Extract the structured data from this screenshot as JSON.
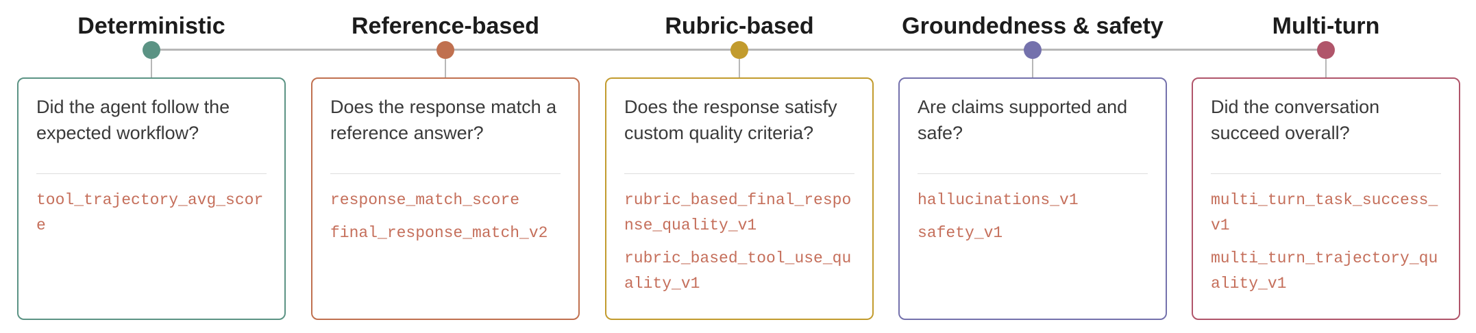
{
  "columns": [
    {
      "heading": "Deterministic",
      "question": "Did the agent follow the expected workflow?",
      "color": "#5b9384",
      "metrics": [
        "tool_trajectory_avg_score"
      ]
    },
    {
      "heading": "Reference-based",
      "question": "Does the response match a reference answer?",
      "color": "#c0704f",
      "metrics": [
        "response_match_score",
        "final_response_match_v2"
      ]
    },
    {
      "heading": "Rubric-based",
      "question": "Does the response satisfy custom quality criteria?",
      "color": "#c29b2d",
      "metrics": [
        "rubric_based_final_response_quality_v1",
        "rubric_based_tool_use_quality_v1"
      ]
    },
    {
      "heading": "Groundedness & safety",
      "question": "Are claims supported and safe?",
      "color": "#7471ac",
      "metrics": [
        "hallucinations_v1",
        "safety_v1"
      ]
    },
    {
      "heading": "Multi-turn",
      "question": "Did the conversation succeed overall?",
      "color": "#b0556a",
      "metrics": [
        "multi_turn_task_success_v1",
        "multi_turn_trajectory_quality_v1"
      ]
    }
  ]
}
